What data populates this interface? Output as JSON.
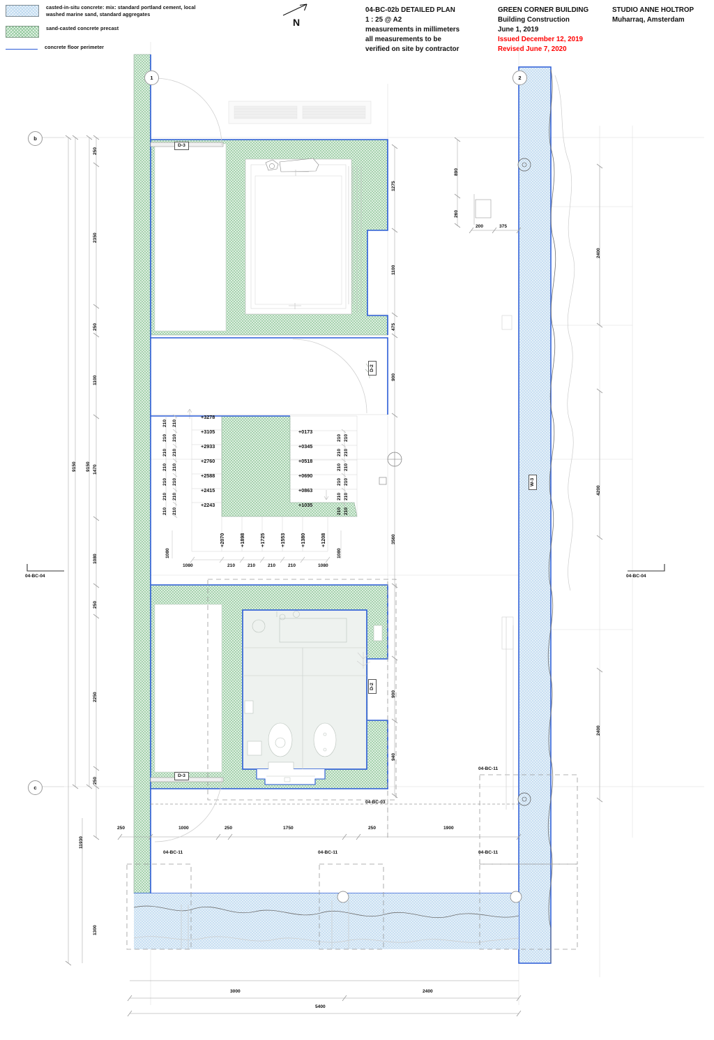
{
  "legend": {
    "items": [
      {
        "icon": "hatch-swatch-in-situ-concrete",
        "style": "insitu",
        "text": "casted-in-situ concrete: mix: standard portland cement, local washed marine sand, standard aggregates"
      },
      {
        "icon": "hatch-swatch-precast-concrete",
        "style": "precast",
        "text": "sand-casted concrete precast"
      },
      {
        "icon": "line-swatch-floor-perimeter",
        "style": "line",
        "text": "concrete floor perimeter"
      }
    ]
  },
  "north": {
    "icon": "north-arrow-icon",
    "label": "N"
  },
  "title_block": {
    "col1": {
      "line1": "04-BC-02b DETAILED PLAN",
      "line2": "1 : 25 @ A2",
      "line3": "measurements in millimeters",
      "line4": "all measurements to be",
      "line5": "verified on site by contractor"
    },
    "col2": {
      "line1": "GREEN CORNER BUILDING",
      "line2": "Building Construction",
      "line3": "June 1, 2019",
      "issued": "Issued December 12, 2019",
      "revised": "Revised June 7, 2020"
    },
    "col3": {
      "line1": "STUDIO ANNE HOLTROP",
      "line2": "Muharraq, Amsterdam"
    },
    "accent_red": "#ff0000"
  },
  "grid": {
    "bubbles": [
      {
        "name": "grid-bubble-b",
        "label": "b"
      },
      {
        "name": "grid-bubble-c",
        "label": "c"
      },
      {
        "name": "grid-bubble-1",
        "label": "1"
      },
      {
        "name": "grid-bubble-2",
        "label": "2"
      }
    ]
  },
  "tags": {
    "door_d3_top": "D-3",
    "door_d3_bottom": "D-3",
    "door_d2_mid": "D-2",
    "door_d2_bath": "D-2",
    "window_w3": "W-3"
  },
  "section_marks": {
    "left_04bc04": "04-BC-04",
    "right_04bc04": "04-BC-04",
    "bc03": "04-BC-03",
    "bc11_right_upper": "04-BC-11",
    "bc11_bottom_left": "04-BC-11",
    "bc11_bottom_mid": "04-BC-11",
    "bc11_bottom_right": "04-BC-11"
  },
  "dimensions": {
    "left_chain_inner": [
      "250",
      "2350",
      "250",
      "1100",
      "1470",
      "1080",
      "250",
      "2250",
      "250"
    ],
    "left_chain_total_a": "9150",
    "left_chain_total_b": "9150",
    "left_overall": "11930",
    "left_bottom_band": "1300",
    "right_chain": [
      "1275",
      "1100",
      "475",
      "900",
      "3560",
      "900",
      "940"
    ],
    "right_outer": [
      "890",
      "260",
      "2400",
      "4200",
      "2400"
    ],
    "right_small": [
      "200",
      "375"
    ],
    "bottom_chain": [
      "250",
      "1000",
      "250",
      "1750",
      "250",
      "1900"
    ],
    "bottom_overall": [
      "3000",
      "2400"
    ],
    "bottom_total": "5400",
    "stair_risers_left": [
      "210",
      "210",
      "210",
      "210",
      "210",
      "210",
      "210"
    ],
    "stair_risers_right": [
      "210",
      "210",
      "210",
      "210",
      "210",
      "210"
    ],
    "stair_bottom": [
      "1080",
      "210",
      "210",
      "210",
      "210",
      "1080"
    ],
    "stair_side_left": "1080",
    "stair_side_right": "1080"
  },
  "elevations": {
    "left_column": [
      "+3278",
      "+3105",
      "+2933",
      "+2760",
      "+2588",
      "+2415",
      "+2243"
    ],
    "right_column": [
      "+0173",
      "+0345",
      "+0518",
      "+0690",
      "+0863",
      "+1035"
    ],
    "bottom_row": [
      "+2070",
      "+1898",
      "+1725",
      "+1553",
      "+1380",
      "+1208"
    ]
  },
  "colors": {
    "floor_perimeter": "#2a5bd7",
    "precast_fill": "#e8f4ea",
    "precast_hatch": "#8fc79a",
    "insitu_fill": "#eaf3fa",
    "insitu_hatch": "#bcd8ef",
    "room_fill": "#eef2ef",
    "thin_line": "#c9c9c9",
    "dash_line": "#9a9a9a",
    "red": "#ff0000"
  }
}
